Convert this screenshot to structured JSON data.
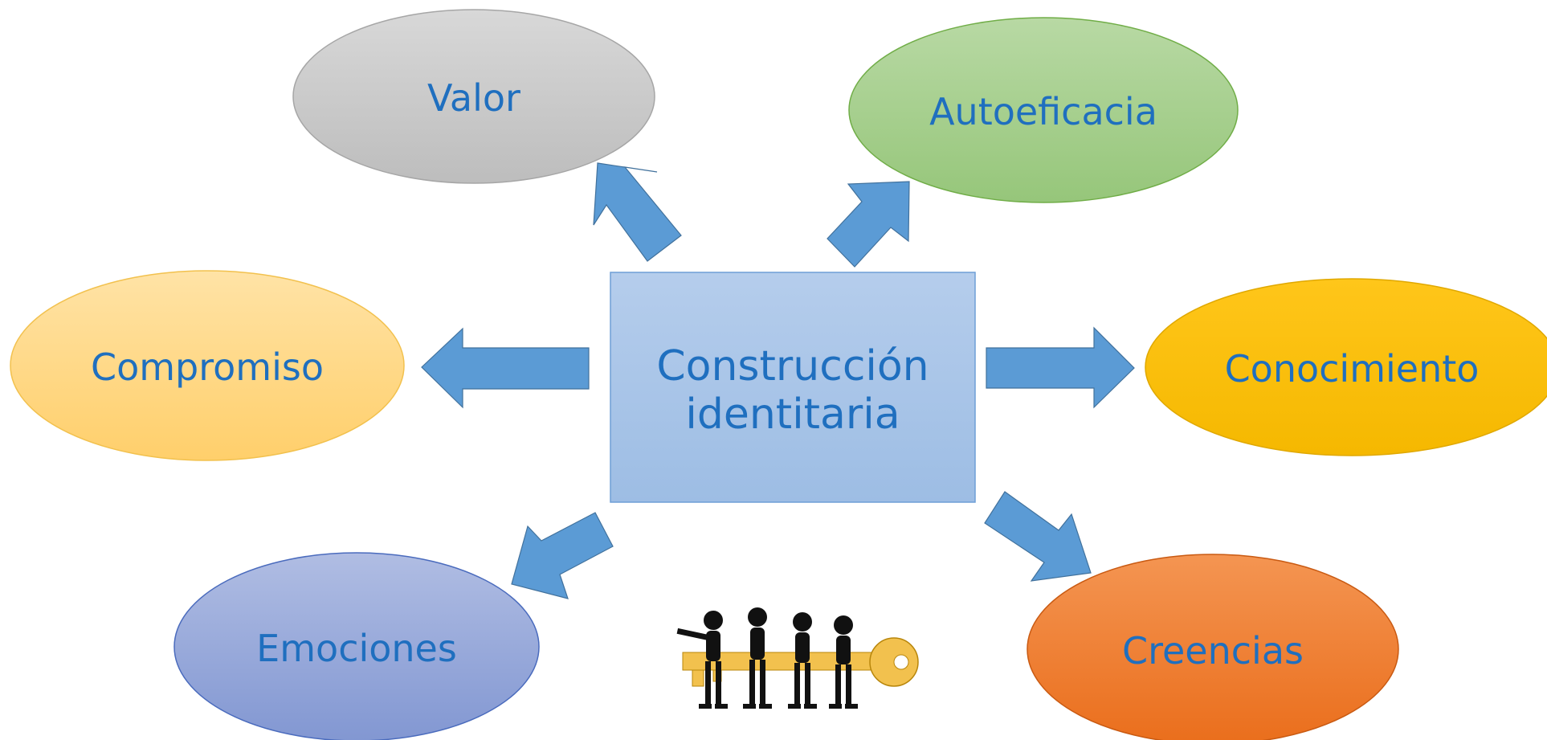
{
  "center": {
    "line1": "Construcción",
    "line2": "identitaria"
  },
  "nodes": {
    "valor": {
      "label": "Valor"
    },
    "autoeficacia": {
      "label": "Autoeficacia"
    },
    "compromiso": {
      "label": "Compromiso"
    },
    "conocimiento": {
      "label": "Conocimiento"
    },
    "emociones": {
      "label": "Emociones"
    },
    "creencias": {
      "label": "Creencias"
    }
  },
  "colors": {
    "text": "#1f6fbf",
    "arrow": "#5b9bd5",
    "center_fill": "#a9c5e8",
    "valor": "#c9c9c9",
    "autoeficacia": "#a8d08d",
    "compromiso": "#ffd98a",
    "conocimiento": "#ffc000",
    "emociones": "#9aabd9",
    "creencias": "#f07f2e"
  },
  "illustration": {
    "icon": "people-carrying-key-icon"
  }
}
